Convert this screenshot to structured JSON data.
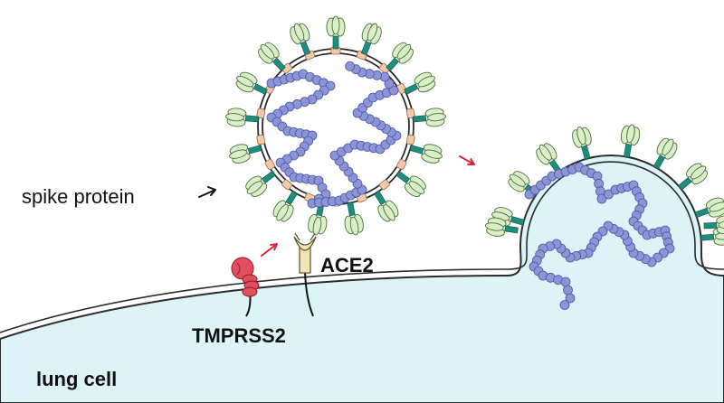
{
  "labels": {
    "spike_protein": "spike protein",
    "ace2": "ACE2",
    "tmprss2": "TMPRSS2",
    "lung_cell": "lung cell"
  },
  "colors": {
    "cell_fill": "#dcf4f8",
    "membrane": "#2b2b2b",
    "rna": "#8b95d6",
    "rna_edge": "#4a55a8",
    "spike_head": "#d9efc8",
    "spike_stalk": "#1f8c7c",
    "envelope_bead": "#f3c9aa",
    "ace2_receptor": "#f2e7b4",
    "tmprss2": "#e34d5e",
    "arrow_red": "#d7262c"
  },
  "icons": [
    "right-arrow-icon",
    "red-arrow-icon"
  ]
}
